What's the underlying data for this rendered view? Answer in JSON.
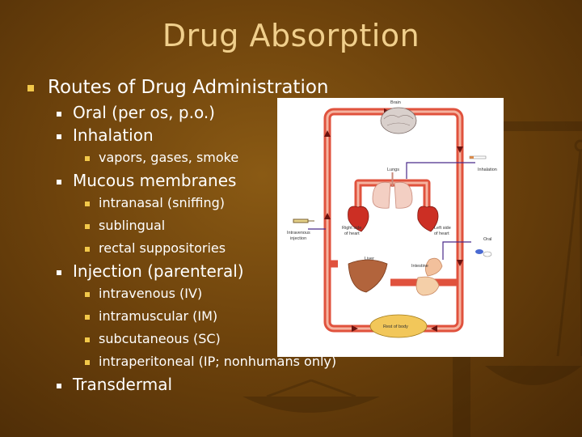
{
  "slide": {
    "title": "Drug Absorption",
    "bullets": {
      "main": "Routes of Drug Administration",
      "oral": "Oral (per os, p.o.)",
      "inhalation": "Inhalation",
      "inhalation_sub": "vapors, gases, smoke",
      "mucous": "Mucous membranes",
      "mucous_sub": [
        "intranasal (sniffing)",
        "sublingual",
        "rectal suppositories"
      ],
      "injection": "Injection (parenteral)",
      "injection_sub": [
        "intravenous (IV)",
        "intramuscular (IM)",
        "subcutaneous (SC)",
        "intraperitoneal (IP; nonhumans only)"
      ],
      "transdermal": "Transdermal"
    }
  },
  "diagram": {
    "labels": {
      "brain": "Brain",
      "lungs": "Lungs",
      "inhalation": "Inhalation",
      "right_heart_1": "Right side",
      "right_heart_2": "of heart",
      "left_heart_1": "Left side",
      "left_heart_2": "of heart",
      "iv_1": "Intravenous",
      "iv_2": "injection",
      "oral": "Oral",
      "liver": "Liver",
      "intestine": "Intestine",
      "rest": "Rest of body"
    }
  },
  "colors": {
    "title": "#f0cf8c",
    "bullet_gold": "#f2c84a",
    "vessel": "#e0523d",
    "vessel_light": "#f5b3a0",
    "background": "#6e430c"
  }
}
